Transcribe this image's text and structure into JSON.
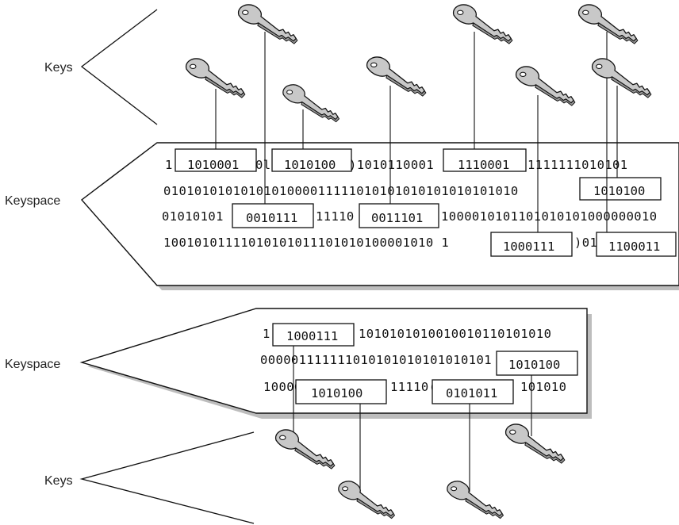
{
  "top": {
    "keys_label": "Keys",
    "keyspace_label": "Keyspace",
    "rows": [
      "10101000101010100010101100011100011111111010101",
      "010101010101010100001111101010101010101010101010101010101010100",
      "010101010010111 11110 0011101 10000101011010101010000010",
      "100101011110101010111010101000010101010001110011100111"
    ],
    "highlighted_keys": [
      "1010001",
      "1010100",
      "1110001",
      "1010100",
      "0010111",
      "0011101",
      "1000111",
      "1100011"
    ]
  },
  "bottom": {
    "keys_label": "Keys",
    "keyspace_label": "Keyspace",
    "rows": [
      "101000111 1010101010010010110101010",
      "000001111111010101010101010101 1010100",
      "1000010101001111001010111 101010"
    ],
    "highlighted_keys": [
      "1000111",
      "1010100",
      "1010100",
      "0101011"
    ]
  },
  "colors": {
    "key_fill": "#c8c8c8",
    "key_shade": "#9a9a9a",
    "stroke": "#111111",
    "shadow": "#bdbdbd"
  }
}
